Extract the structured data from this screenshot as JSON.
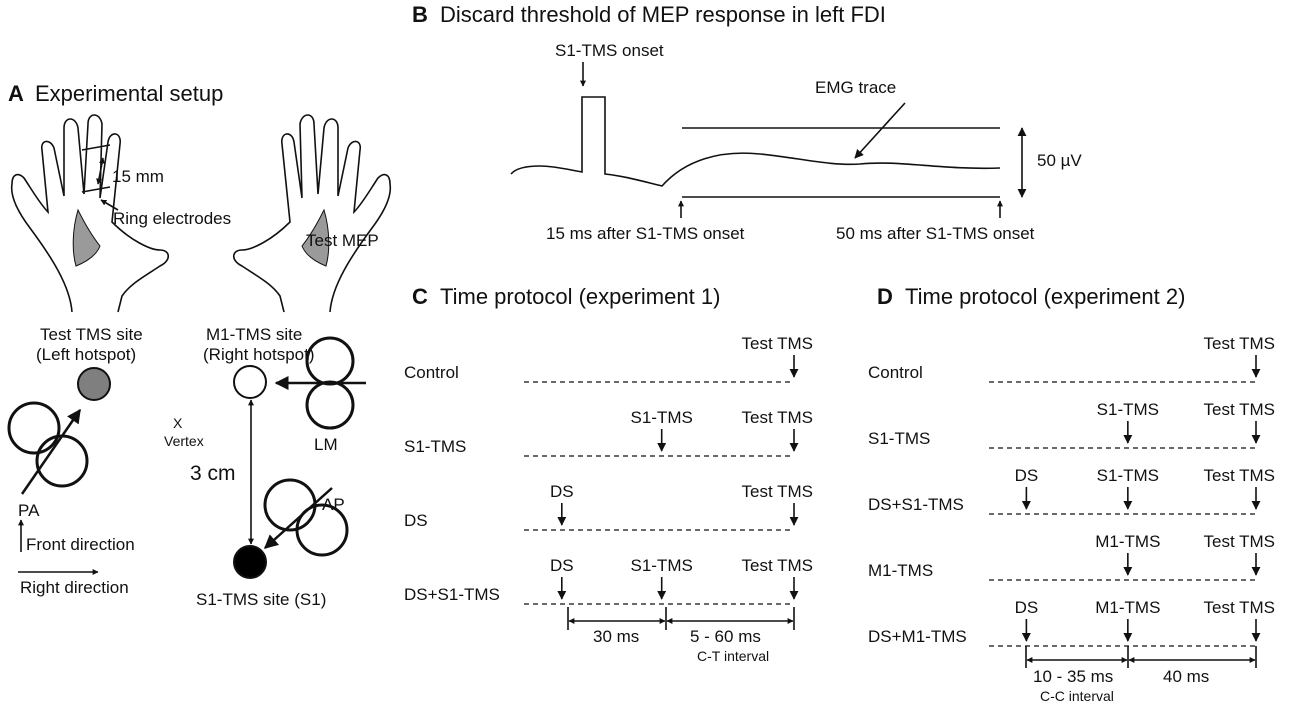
{
  "panel_a": {
    "letter": "A",
    "title": "Experimental setup",
    "distance_15": "15 mm",
    "ring_electrodes": "Ring electrodes",
    "test_mep": "Test MEP",
    "test_tms_site": "Test TMS site",
    "left_hotspot": "(Left hotspot)",
    "m1_tms_site": "M1-TMS site",
    "right_hotspot": "(Right hotspot)",
    "vertex_x": "X",
    "vertex": "Vertex",
    "distance_3": "3 cm",
    "lm": "LM",
    "pa": "PA",
    "ap": "AP",
    "front_direction": "Front direction",
    "right_direction": "Right direction",
    "s1_site": "S1-TMS site (S1)",
    "colors": {
      "test_site": "#7f7f7f",
      "s1_site": "#000000",
      "mep_muscle": "#9a9a9a"
    }
  },
  "panel_b": {
    "letter": "B",
    "title": "Discard threshold of MEP response in left FDI",
    "s1_onset": "S1-TMS onset",
    "emg_trace": "EMG trace",
    "amplitude": "50 µV",
    "t15": "15 ms after S1-TMS onset",
    "t50": "50 ms after S1-TMS onset"
  },
  "panel_c": {
    "letter": "C",
    "title": "Time protocol (experiment 1)",
    "rows": [
      {
        "label": "Control",
        "markers": [
          {
            "text": "Test TMS",
            "pos": 1.0
          }
        ]
      },
      {
        "label": "S1-TMS",
        "markers": [
          {
            "text": "S1-TMS",
            "pos": 0.51
          },
          {
            "text": "Test TMS",
            "pos": 1.0
          }
        ]
      },
      {
        "label": "DS",
        "markers": [
          {
            "text": "DS",
            "pos": 0.14
          },
          {
            "text": "Test TMS",
            "pos": 1.0
          }
        ]
      },
      {
        "label": "DS+S1-TMS",
        "markers": [
          {
            "text": "DS",
            "pos": 0.14
          },
          {
            "text": "S1-TMS",
            "pos": 0.51
          },
          {
            "text": "Test TMS",
            "pos": 1.0
          }
        ]
      }
    ],
    "interval_1": "30 ms",
    "interval_2": "5 - 60 ms",
    "interval_2_sub": "C-T interval"
  },
  "panel_d": {
    "letter": "D",
    "title": "Time protocol (experiment 2)",
    "rows": [
      {
        "label": "Control",
        "markers": [
          {
            "text": "Test TMS",
            "pos": 1.0
          }
        ]
      },
      {
        "label": "S1-TMS",
        "markers": [
          {
            "text": "S1-TMS",
            "pos": 0.52
          },
          {
            "text": "Test TMS",
            "pos": 1.0
          }
        ]
      },
      {
        "label": "DS+S1-TMS",
        "markers": [
          {
            "text": "DS",
            "pos": 0.14
          },
          {
            "text": "S1-TMS",
            "pos": 0.52
          },
          {
            "text": "Test TMS",
            "pos": 1.0
          }
        ]
      },
      {
        "label": "M1-TMS",
        "markers": [
          {
            "text": "M1-TMS",
            "pos": 0.52
          },
          {
            "text": "Test TMS",
            "pos": 1.0
          }
        ]
      },
      {
        "label": "DS+M1-TMS",
        "markers": [
          {
            "text": "DS",
            "pos": 0.14
          },
          {
            "text": "M1-TMS",
            "pos": 0.52
          },
          {
            "text": "Test TMS",
            "pos": 1.0
          }
        ]
      }
    ],
    "interval_1": "10 - 35 ms",
    "interval_1_sub": "C-C interval",
    "interval_2": "40 ms"
  }
}
